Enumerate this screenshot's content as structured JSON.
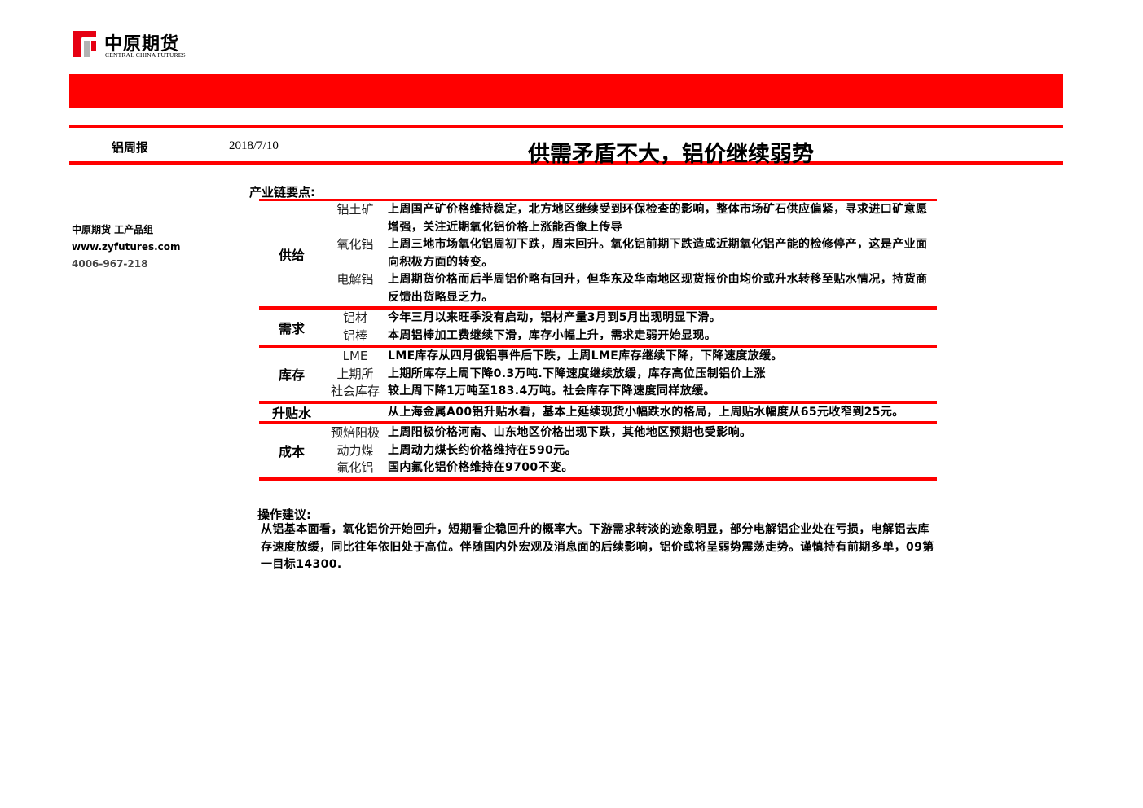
{
  "logo": {
    "name_cn": "中原期货",
    "name_en": "CENTRAL CHINA FUTURES",
    "brand_color": "#e60012"
  },
  "header": {
    "report_type": "铝周报",
    "date": "2018/7/10",
    "title": "供需矛盾不大，铝价继续弱势"
  },
  "sidebar": {
    "org": "中原期货 工产品组",
    "website": "www.zyfutures.com",
    "phone": "4006-967-218"
  },
  "chain": {
    "heading": "产业链要点:",
    "groups": [
      {
        "category": "供给",
        "rows": [
          {
            "sub": "铝土矿",
            "text": "上周国产矿价格维持稳定，北方地区继续受到环保检查的影响，整体市场矿石供应偏紧，寻求进口矿意愿增强，关注近期氧化铝价格上涨能否像上传导"
          },
          {
            "sub": "氧化铝",
            "text": "上周三地市场氧化铝周初下跌，周末回升。氧化铝前期下跌造成近期氧化铝产能的检修停产，这是产业面向积极方面的转变。"
          },
          {
            "sub": "电解铝",
            "text": "上周期货价格而后半周铝价略有回升，但华东及华南地区现货报价由均价或升水转移至贴水情况，持货商反馈出货略显乏力。"
          }
        ]
      },
      {
        "category": "需求",
        "rows": [
          {
            "sub": "铝材",
            "text": "今年三月以来旺季没有启动，铝材产量3月到5月出现明显下滑。"
          },
          {
            "sub": "铝棒",
            "text": "本周铝棒加工费继续下滑，库存小幅上升，需求走弱开始显现。"
          }
        ]
      },
      {
        "category": "库存",
        "rows": [
          {
            "sub": "LME",
            "text": "LME库存从四月俄铝事件后下跌，上周LME库存继续下降，下降速度放缓。"
          },
          {
            "sub": "上期所",
            "text": "上期所库存上周下降0.3万吨.下降速度继续放缓，库存高位压制铝价上涨"
          },
          {
            "sub": "社会库存",
            "text": "较上周下降1万吨至183.4万吨。社会库存下降速度同样放缓。"
          }
        ]
      },
      {
        "category": "升贴水",
        "rows": [
          {
            "sub": "",
            "text": "从上海金属A00铝升贴水看，基本上延续现货小幅跌水的格局，上周贴水幅度从65元收窄到25元。"
          }
        ]
      },
      {
        "category": "成本",
        "rows": [
          {
            "sub": "预焙阳极",
            "text": "上周阳极价格河南、山东地区价格出现下跌，其他地区预期也受影响。"
          },
          {
            "sub": "动力煤",
            "text": "上周动力煤长约价格维持在590元。"
          },
          {
            "sub": "氟化铝",
            "text": "国内氟化铝价格维持在9700不变。"
          }
        ]
      }
    ]
  },
  "advice": {
    "heading": "操作建议:",
    "text": "从铝基本面看，氧化铝价开始回升，短期看企稳回升的概率大。下游需求转淡的迹象明显，部分电解铝企业处在亏损，电解铝去库存速度放缓，同比往年依旧处于高位。伴随国内外宏观及消息面的后续影响，铝价或将呈弱势震荡走势。谨慎持有前期多单，09第一目标14300."
  }
}
